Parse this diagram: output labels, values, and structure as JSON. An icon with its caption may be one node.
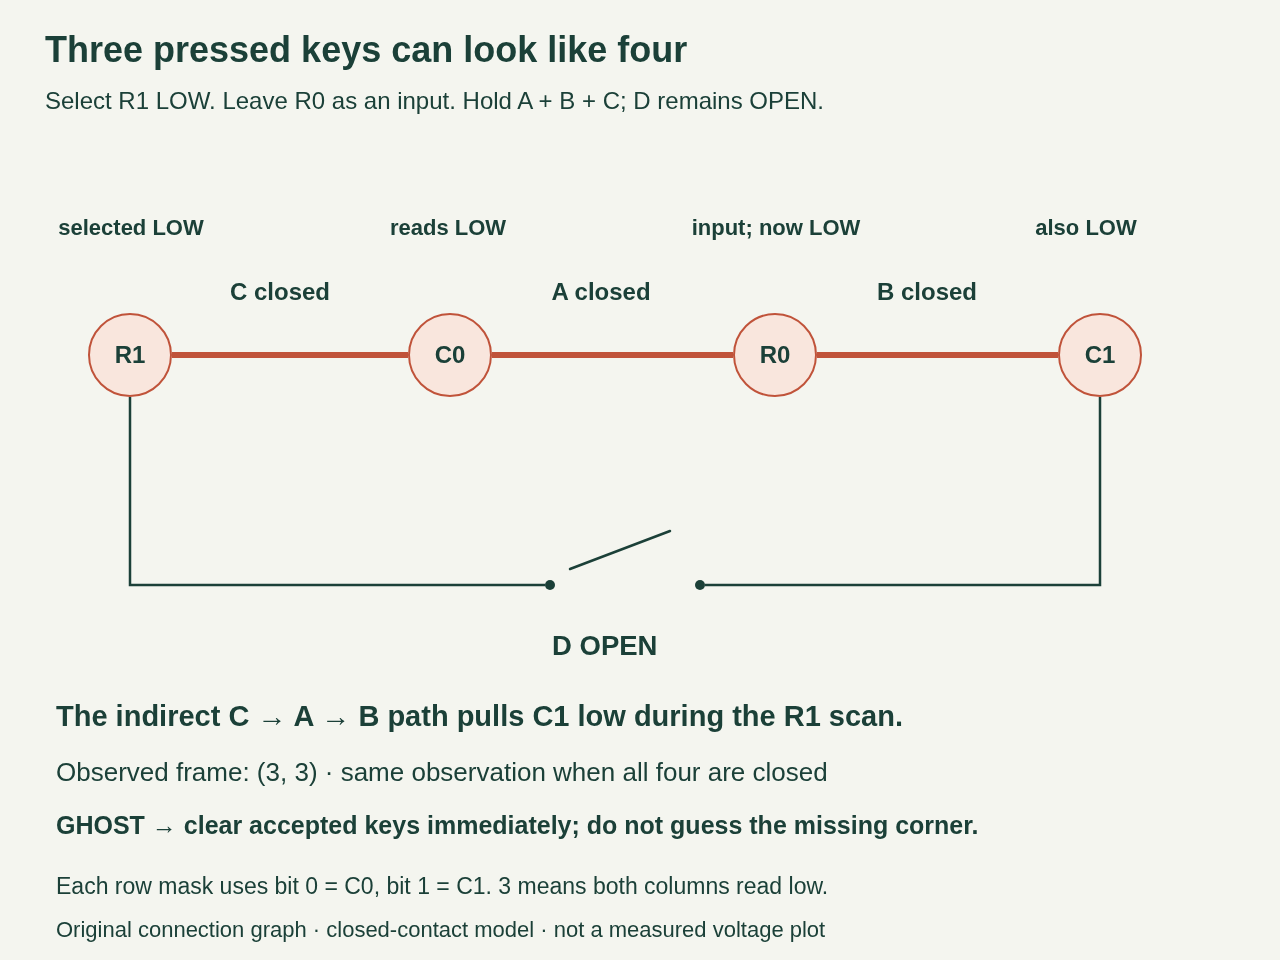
{
  "diagram": {
    "title": "Three pressed keys can look like four",
    "nodes": [
      {
        "text": [
          "R1"
        ]
      },
      {
        "text": [
          "C0"
        ]
      },
      {
        "text": [
          "R0"
        ]
      },
      {
        "text": [
          "C1"
        ]
      },
      {
        "text": [
          "D OPEN"
        ]
      }
    ],
    "edges": [
      {
        "from": 0,
        "to": 1,
        "arrow": "none",
        "label": "C closed"
      },
      {
        "from": 1,
        "to": 2,
        "arrow": "none",
        "label": "A closed"
      },
      {
        "from": 2,
        "to": 3,
        "arrow": "none",
        "label": "B closed"
      },
      {
        "from": 0,
        "to": 4,
        "arrow": "none",
        "color": "#1b4038"
      },
      {
        "from": 4,
        "to": 3,
        "arrow": "none",
        "color": "#1b4038"
      }
    ],
    "labels": [
      "Select R1 LOW. Leave R0 as an input. Hold A + B + C; D remains OPEN.",
      "selected LOW",
      "reads LOW",
      "input; now LOW",
      "also LOW",
      "The indirect C → A → B path pulls C1 low during the R1 scan.",
      "Observed frame: (3, 3) · same observation when all four are closed",
      "GHOST → clear accepted keys immediately; do not guess the missing corner.",
      "Each row mask uses bit 0 = C0, bit 1 = C1. 3 means both columns read low.",
      "Original connection graph · closed-contact model · not a measured voltage plot"
    ]
  }
}
